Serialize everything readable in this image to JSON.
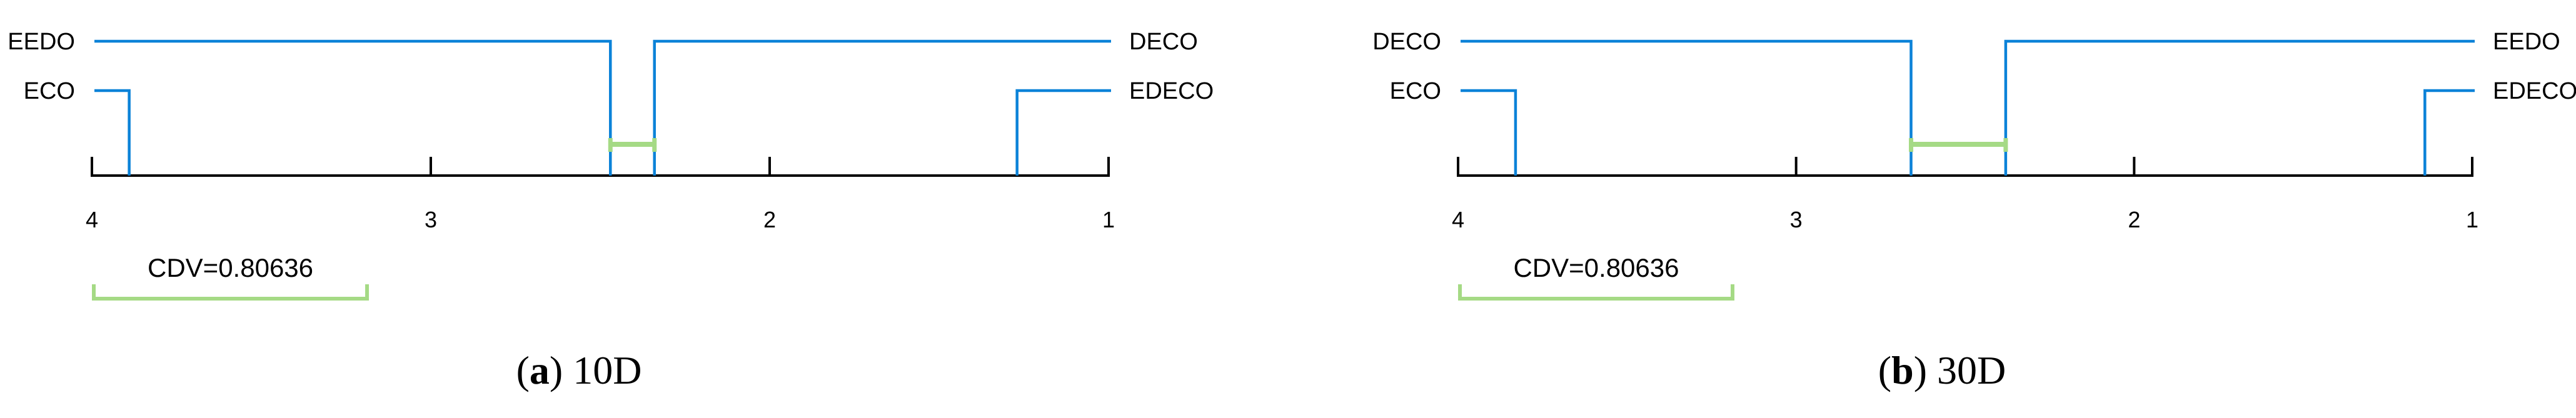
{
  "colors": {
    "algorithm_line": "#0b82d8",
    "significance": "#a5da85",
    "axis": "#000000",
    "text": "#000000",
    "background": "#ffffff"
  },
  "chart_data": [
    {
      "type": "cd-diagram",
      "caption": {
        "open": "(",
        "letter": "a",
        "rest": ") 10D"
      },
      "axis": {
        "ticks": [
          4,
          3,
          2,
          1
        ],
        "min": 1,
        "max": 4,
        "direction": "rank 4 at left, rank 1 at right"
      },
      "cdv": {
        "label": "CDV=0.80636",
        "value": 0.80636
      },
      "algorithms": [
        {
          "name": "EEDO",
          "rank": 2.47,
          "side": "left",
          "row": 0
        },
        {
          "name": "ECO",
          "rank": 3.89,
          "side": "left",
          "row": 1
        },
        {
          "name": "DECO",
          "rank": 2.34,
          "side": "right",
          "row": 0
        },
        {
          "name": "EDECO",
          "rank": 1.27,
          "side": "right",
          "row": 1
        }
      ],
      "cliques": [
        [
          "EEDO",
          "DECO"
        ]
      ]
    },
    {
      "type": "cd-diagram",
      "caption": {
        "open": "(",
        "letter": "b",
        "rest": ") 30D"
      },
      "axis": {
        "ticks": [
          4,
          3,
          2,
          1
        ],
        "min": 1,
        "max": 4,
        "direction": "rank 4 at left, rank 1 at right"
      },
      "cdv": {
        "label": "CDV=0.80636",
        "value": 0.80636
      },
      "algorithms": [
        {
          "name": "DECO",
          "rank": 2.66,
          "side": "left",
          "row": 0
        },
        {
          "name": "ECO",
          "rank": 3.83,
          "side": "left",
          "row": 1
        },
        {
          "name": "EEDO",
          "rank": 2.38,
          "side": "right",
          "row": 0
        },
        {
          "name": "EDECO",
          "rank": 1.14,
          "side": "right",
          "row": 1
        }
      ],
      "cliques": [
        [
          "DECO",
          "EEDO"
        ]
      ]
    }
  ]
}
